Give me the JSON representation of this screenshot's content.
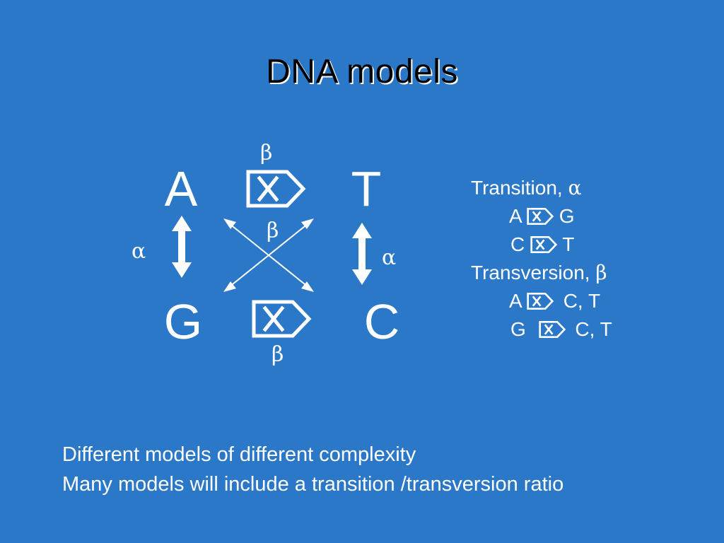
{
  "title": "DNA models",
  "diagram": {
    "nucleotides": {
      "a": "A",
      "t": "T",
      "g": "G",
      "c": "C"
    },
    "labels": {
      "beta_top": "β",
      "beta_center": "β",
      "beta_bottom": "β",
      "alpha_left": "α",
      "alpha_right": "α"
    }
  },
  "legend": {
    "transition_label": "Transition,",
    "transition_greek": "α",
    "transition_rows": [
      {
        "from": "A",
        "to": "G"
      },
      {
        "from": "C",
        "to": "T"
      }
    ],
    "transversion_label": "Transversion,",
    "transversion_greek": "β",
    "transversion_rows": [
      {
        "from": "A",
        "to": "C, T"
      },
      {
        "from": "G",
        "to": "C, T"
      }
    ]
  },
  "bottom": {
    "line1": "Different models of different complexity",
    "line2": "Many models will include a transition /transversion ratio"
  }
}
